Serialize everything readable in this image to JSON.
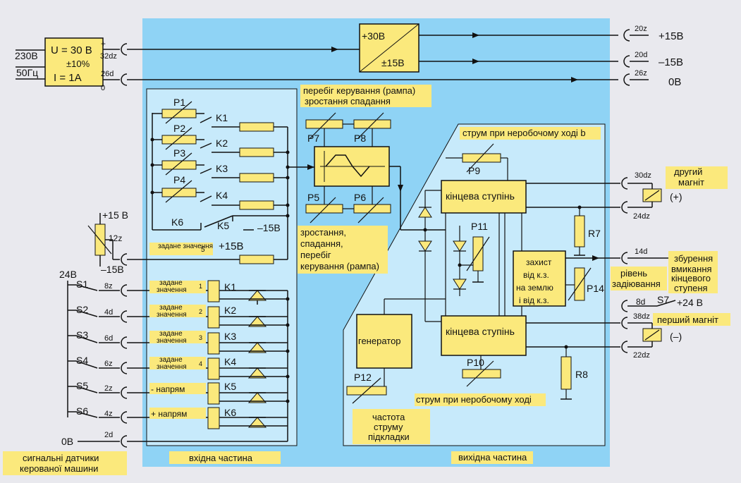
{
  "colors": {
    "page": "#e9e9ee",
    "panel": "#8fd3f5",
    "inner": "#c7eafb",
    "yellow": "#fbe97c",
    "line": "#111111"
  },
  "psu": {
    "line1": "U = 30 В",
    "line2": "±10%",
    "line3": "I = 1A",
    "plus": "+",
    "zero": "0",
    "mains_v": "230В",
    "mains_f": "50Гц",
    "pin_32dz": "32dz",
    "pin_26d": "26d"
  },
  "converter": {
    "in": "+30В",
    "out": "±15В"
  },
  "outputs": [
    {
      "pin": "20z",
      "label": "+15В"
    },
    {
      "pin": "20d",
      "label": "–15В"
    },
    {
      "pin": "26z",
      "label": "0В"
    }
  ],
  "input_section": {
    "pots": [
      "P1",
      "P2",
      "P3",
      "P4"
    ],
    "relay_contacts": [
      "K1",
      "K2",
      "K3",
      "K4"
    ],
    "k6": "K6",
    "k5": "K5",
    "minus15": "–15В",
    "plus15": "+15В",
    "setpoint": "задане значення",
    "setpoint_num": "5"
  },
  "ramp": {
    "title1": "перебіг керування (рампа)",
    "title2": "зростання спадання",
    "pots_top": [
      "P7",
      "P8"
    ],
    "pots_bottom": [
      "P5",
      "P6"
    ],
    "note_lines": [
      "зростання,",
      "спадання,",
      "перебіг",
      "керування (рампа)"
    ]
  },
  "left_pot": {
    "plus": "+15 В",
    "pin": "12z",
    "minus": "–15В"
  },
  "switches": {
    "supply": "24В",
    "items": [
      {
        "s": "S1",
        "pin": "8z",
        "label1": "задане",
        "label2": "значення",
        "num": "1",
        "relay": "K1"
      },
      {
        "s": "S2",
        "pin": "4d",
        "label1": "задане",
        "label2": "значення",
        "num": "2",
        "relay": "K2"
      },
      {
        "s": "S3",
        "pin": "6d",
        "label1": "задане",
        "label2": "значення",
        "num": "3",
        "relay": "K3"
      },
      {
        "s": "S4",
        "pin": "6z",
        "label1": "задане",
        "label2": "значення",
        "num": "4",
        "relay": "K4"
      },
      {
        "s": "S5",
        "pin": "2z",
        "label1": "- напрям",
        "label2": "",
        "num": "",
        "relay": "K5"
      },
      {
        "s": "S6",
        "pin": "4z",
        "label1": "+ напрям",
        "label2": "",
        "num": "",
        "relay": "K6"
      }
    ],
    "zero": "0В",
    "pin_2d": "2d",
    "caption_lines": [
      "сигнальні датчики",
      "керованої машини"
    ]
  },
  "input_caption": "вхідна частина",
  "output_section": {
    "idle_top": "струм при неробочому ході b",
    "p9": "P9",
    "stage": "кінцева ступінь",
    "p11": "P11",
    "r7": "R7",
    "r8": "R8",
    "p10": "P10",
    "p12": "P12",
    "p14": "P14",
    "generator": "генератор",
    "protect_lines": [
      "захист",
      "від к.з.",
      "на землю",
      "і від к.з."
    ],
    "level_lines": [
      "рівень",
      "задіювання"
    ],
    "idle_bottom": "струм при неробочому ході",
    "freq_lines": [
      "частота",
      "струму",
      "підкладки"
    ],
    "caption": "вихідна частина"
  },
  "magnets": {
    "pin_30dz": "30dz",
    "pin_24dz": "24dz",
    "second_lines": [
      "другий",
      "магніт"
    ],
    "plus": "(+)",
    "pin_14d": "14d",
    "enable_lines": [
      "збурення",
      "вмикання",
      "кінцевого",
      "ступеня"
    ],
    "pin_8d": "8d",
    "s7": "S7",
    "plus24": "+24 В",
    "pin_38dz": "38dz",
    "first": "перший магніт",
    "minus": "(–)",
    "pin_22dz": "22dz"
  }
}
